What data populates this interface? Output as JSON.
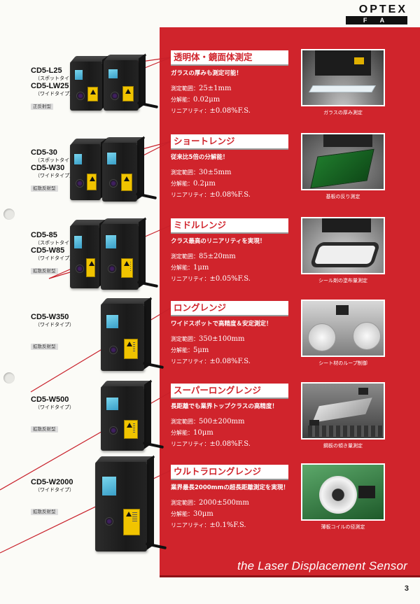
{
  "header": {
    "brand": "OPTEX",
    "sub": "F A"
  },
  "models": [
    {
      "name1": "CD5-L25",
      "type1": "（スポットタイプ）",
      "name2": "CD5-LW25",
      "type2": "（ワイドタイプ）",
      "badge": "正反射型"
    },
    {
      "name1": "CD5-30",
      "type1": "（スポットタイプ）",
      "name2": "CD5-W30",
      "type2": "（ワイドタイプ）",
      "badge": "拡散反射型"
    },
    {
      "name1": "CD5-85",
      "type1": "（スポットタイプ）",
      "name2": "CD5-W85",
      "type2": "（ワイドタイプ）",
      "badge": "拡散反射型"
    },
    {
      "name1": "CD5-W350",
      "type1": "（ワイドタイプ）",
      "badge": "拡散反射型"
    },
    {
      "name1": "CD5-W500",
      "type1": "（ワイドタイプ）",
      "badge": "拡散反射型"
    },
    {
      "name1": "CD5-W2000",
      "type1": "（ワイドタイプ）",
      "badge": "拡散反射型"
    }
  ],
  "sections": [
    {
      "title": "透明体・鏡面体測定",
      "lead": "ガラスの厚みも測定可能！",
      "range_k": "測定範囲：",
      "range_v": "25±1mm",
      "res_k": "分解能：",
      "res_v": "0.02μm",
      "lin_k": "リニアリティ：",
      "lin_v": "±0.08%F.S.",
      "caption": "ガラスの厚み測定"
    },
    {
      "title": "ショートレンジ",
      "lead": "従来比5倍の分解能！",
      "range_k": "測定範囲：",
      "range_v": "30±5mm",
      "res_k": "分解能：",
      "res_v": "0.2μm",
      "lin_k": "リニアリティ：",
      "lin_v": "±0.08%F.S.",
      "caption": "基板の反り測定"
    },
    {
      "title": "ミドルレンジ",
      "lead": "クラス最高のリニアリティを実現！",
      "range_k": "測定範囲：",
      "range_v": "85±20mm",
      "res_k": "分解能：",
      "res_v": "1μm",
      "lin_k": "リニアリティ：",
      "lin_v": "±0.05%F.S.",
      "caption": "シール剤の塗布量測定"
    },
    {
      "title": "ロングレンジ",
      "lead": "ワイドスポットで高精度＆安定測定！",
      "range_k": "測定範囲：",
      "range_v": "350±100mm",
      "res_k": "分解能：",
      "res_v": "5μm",
      "lin_k": "リニアリティ：",
      "lin_v": "±0.08%F.S.",
      "caption": "シート材のループ制御"
    },
    {
      "title": "スーパーロングレンジ",
      "lead": "長距離でも業界トップクラスの高精度！",
      "range_k": "測定範囲：",
      "range_v": "500±200mm",
      "res_k": "分解能：",
      "res_v": "10μm",
      "lin_k": "リニアリティ：",
      "lin_v": "±0.08%F.S.",
      "caption": "鋼板の傾き量測定"
    },
    {
      "title": "ウルトラロングレンジ",
      "lead": "業界最長2000mmの超長距離測定を実現！",
      "range_k": "測定範囲：",
      "range_v": "2000±500mm",
      "res_k": "分解能：",
      "res_v": "30μm",
      "lin_k": "リニアリティ：",
      "lin_v": "±0.1%F.S.",
      "caption": "薄板コイルの径測定"
    }
  ],
  "footer": {
    "tagline": "the Laser Displacement Sensor",
    "page": "3"
  },
  "colors": {
    "panel": "#d0242c",
    "title_text": "#d0242c",
    "connector": "#c8202a"
  }
}
